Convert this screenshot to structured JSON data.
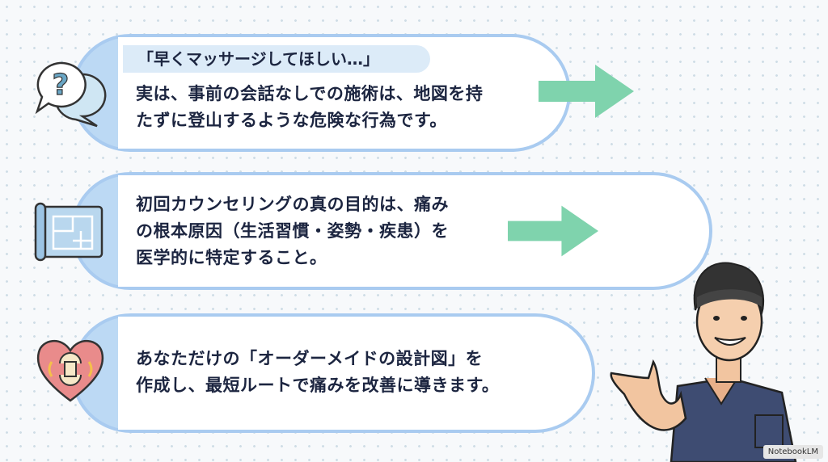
{
  "cards": [
    {
      "label": "「早くマッサージしてほしい…」",
      "lines": [
        "実は、事前の会話なしでの施術は、地図を持",
        "たずに登山するような危険な行為です。"
      ],
      "icon": "question-speech-bubbles-icon"
    },
    {
      "lines": [
        "初回カウンセリングの真の目的は、痛み",
        "の根本原因（生活習慣・姿勢・疾患）を",
        "医学的に特定すること。"
      ],
      "icon": "blueprint-map-icon"
    },
    {
      "lines": [
        "あなただけの「オーダーメイドの設計図」を",
        "作成し、最短ルートで痛みを改善に導きます。"
      ],
      "icon": "heart-joint-icon"
    }
  ],
  "colors": {
    "border": "#a9cbf0",
    "arrow": "#7fd3ad",
    "text": "#1c2540"
  },
  "watermark": "NotebookLM"
}
